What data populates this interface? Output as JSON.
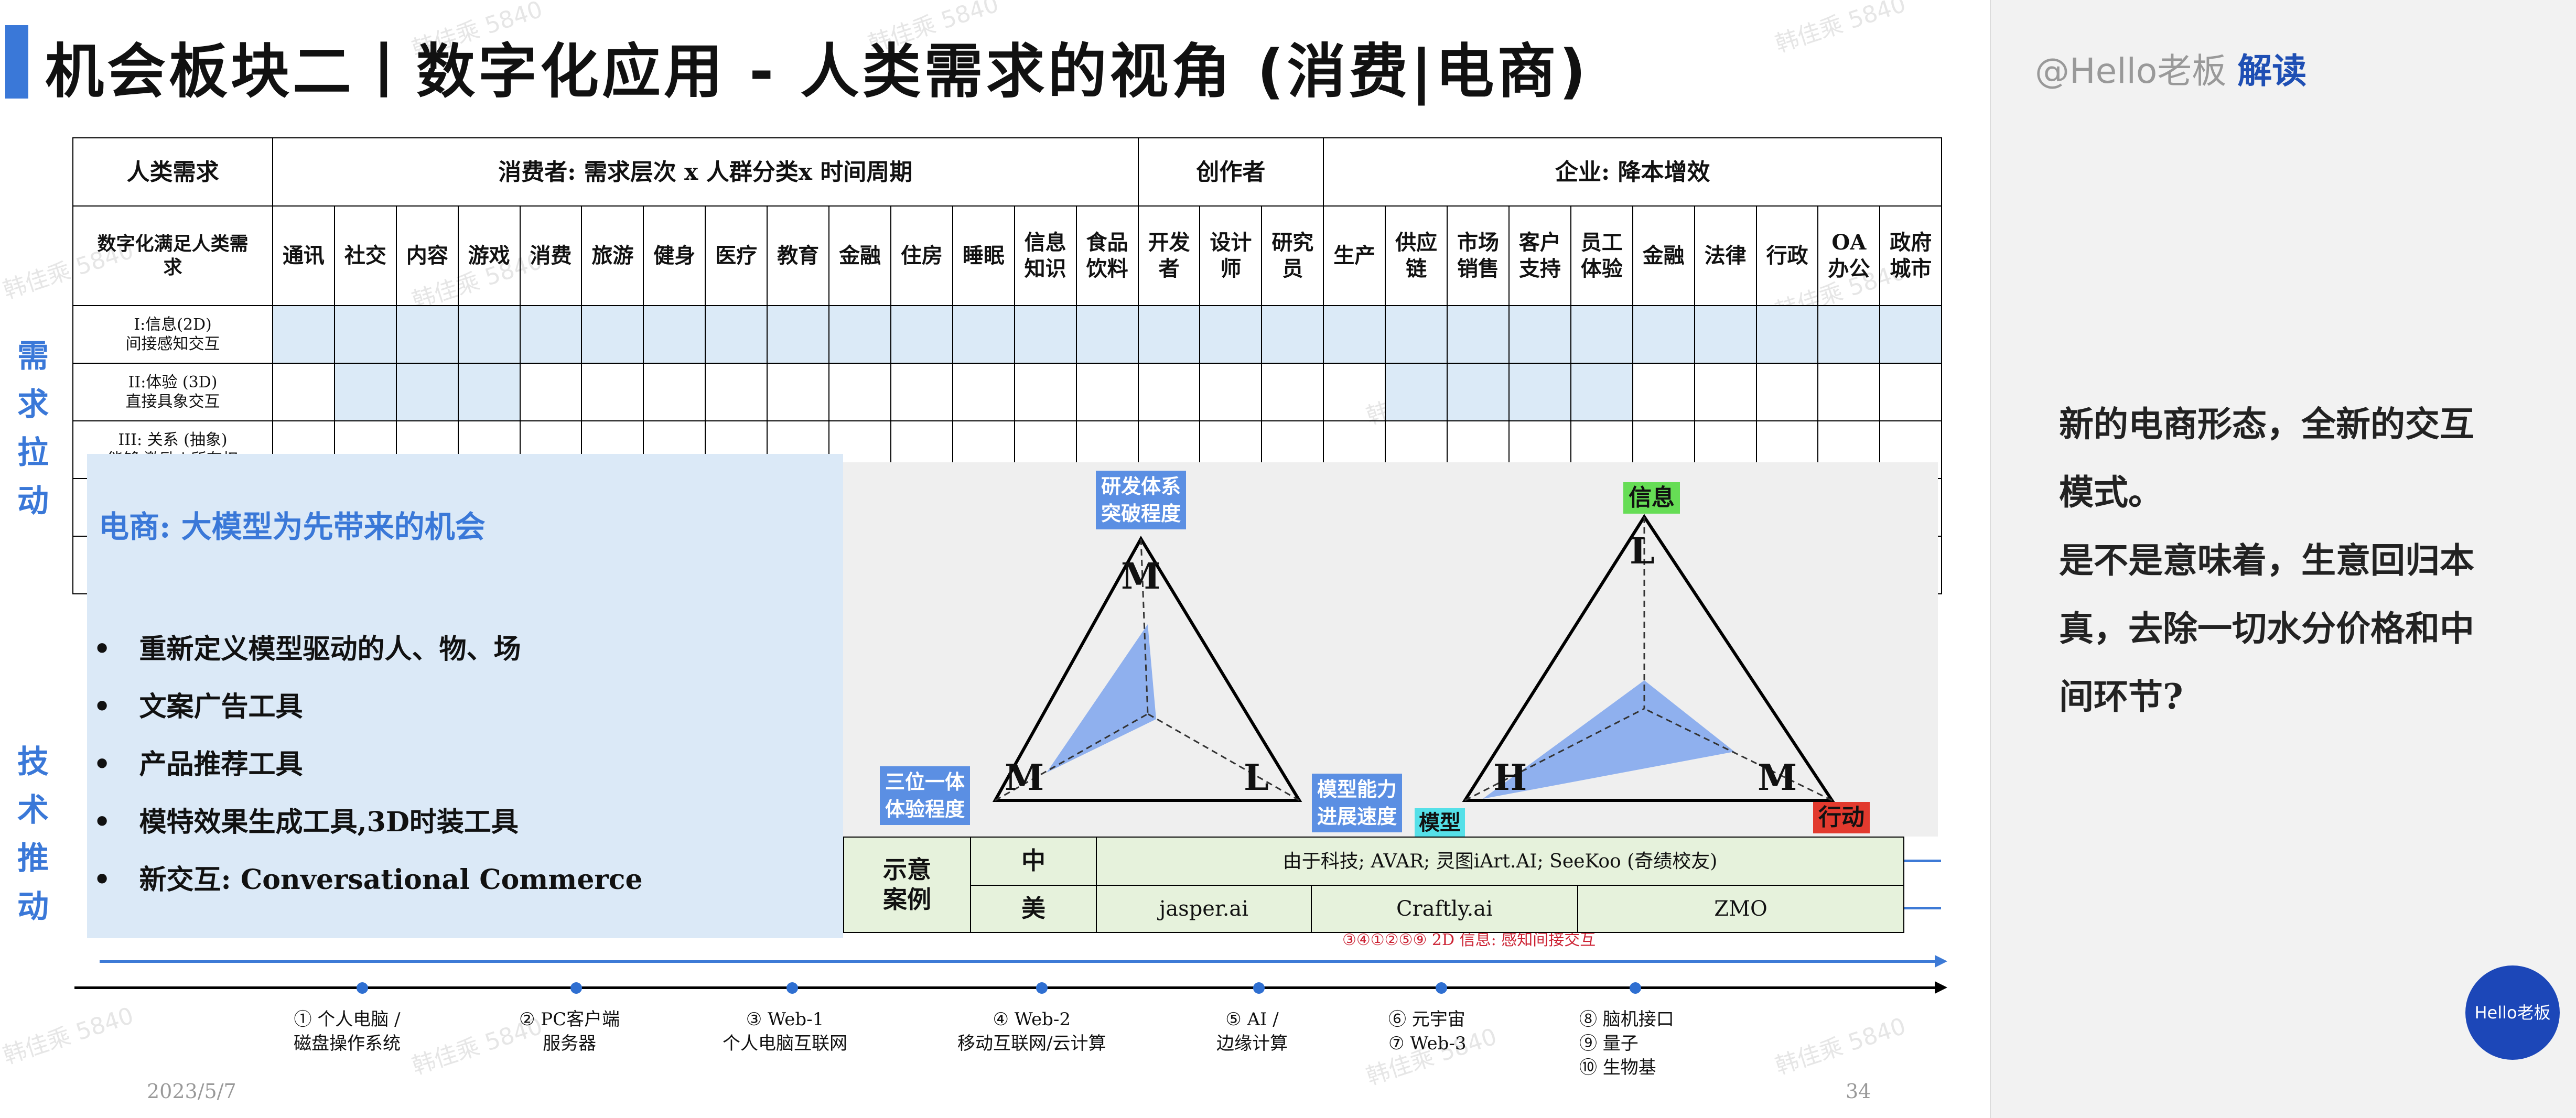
{
  "title": "机会板块二丨数字化应用 - 人类需求的视角 (消费|电商)",
  "side": {
    "top": [
      "需",
      "求",
      "拉",
      "动"
    ],
    "bottom": [
      "技",
      "术",
      "推",
      "动"
    ]
  },
  "table": {
    "corner": "人类需求",
    "group_consumer": "消费者: 需求层次 x 人群分类x 时间周期",
    "group_creator": "创作者",
    "group_enterprise": "企业: 降本增效",
    "row_head": "数字化满足人类需求",
    "cols": [
      "通讯",
      "社交",
      "内容",
      "游戏",
      "消费",
      "旅游",
      "健身",
      "医疗",
      "教育",
      "金融",
      "住房",
      "睡眠",
      "信息知识",
      "食品饮料",
      "开发者",
      "设计师",
      "研究员",
      "生产",
      "供应链",
      "市场销售",
      "客户支持",
      "员工体验",
      "金融",
      "法律",
      "行政",
      "OA办公",
      "政府城市"
    ],
    "rows": [
      {
        "label": "I:信息(2D)\n间接感知交互"
      },
      {
        "label": "II:体验 (3D)\n直接具象交互"
      },
      {
        "label": "III: 关系 (抽象)\n能够 激励 | 所有权"
      }
    ]
  },
  "overlay": {
    "heading": "电商: 大模型为先带来的机会",
    "bullets": [
      "重新定义模型驱动的人、物、场",
      "文案广告工具",
      "产品推荐工具",
      "模特效果生成工具,3D时装工具",
      "新交互: Conversational Commerce"
    ]
  },
  "diagram": {
    "tri1": {
      "top_label": "研发体系\n突破程度",
      "left_label": "三位一体\n体验程度",
      "top": "M",
      "left": "M",
      "right": "L"
    },
    "tri2": {
      "top_label": "信息",
      "left_label": "模型能力\n进展速度",
      "tag_model": "模型",
      "right_label": "行动",
      "top": "L",
      "left": "H",
      "right": "M"
    }
  },
  "cases": {
    "head": "示意\n案例",
    "cn_label": "中",
    "cn_value": "由于科技; AVAR; 灵图iArt.AI; SeeKoo (奇绩校友)",
    "us_label": "美",
    "us": [
      "jasper.ai",
      "Craftly.ai",
      "ZMO"
    ]
  },
  "partial_note": "③④①②⑤⑨  2D 信息: 感知间接交互",
  "timeline": [
    {
      "text": "① 个人电脑 /\n磁盘操作系统"
    },
    {
      "text": "② PC客户端\n服务器"
    },
    {
      "text": "③ Web-1\n个人电脑互联网"
    },
    {
      "text": "④ Web-2\n移动互联网/云计算"
    },
    {
      "text": "⑤ AI /\n边缘计算"
    },
    {
      "text": "⑥ 元宇宙\n⑦ Web-3"
    },
    {
      "text": "⑧ 脑机接口\n⑨ 量子\n⑩ 生物基"
    }
  ],
  "footer": {
    "date": "2023/5/7",
    "page": "34"
  },
  "panel": {
    "author": "@Hello老板",
    "tag": "解读",
    "text": "新的电商形态，全新的交互模式。\n是不是意味着，生意回归本真，去除一切水分价格和中间环节?",
    "logo": "Hello老板"
  },
  "watermark": "韩佳乘 5840",
  "colors": {
    "accent": "#3a78d8",
    "cell_blue": "#dbeaf7",
    "overlay_blue": "#dbe9f7",
    "tri_fill": "#8fb0ee",
    "label_bg": "#5b8fe3",
    "green": "#66dd55",
    "red": "#e23a2e",
    "cyan": "#55e0e8",
    "case_bg": "#e6f2dc"
  }
}
